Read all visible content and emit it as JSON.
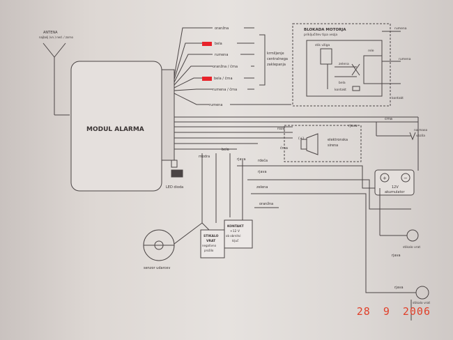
{
  "module": {
    "title": "MODUL ALARMA"
  },
  "antenna": {
    "label_line1": "ANTENA",
    "label_line2": "najbolj (vn.) ned. / zorno"
  },
  "wires_top": [
    "oranžna",
    "bela",
    "rumena",
    "oranžna / črna",
    "bela / črna",
    "rumena / črna",
    "rumena"
  ],
  "central_lock": {
    "line1": "krmiljenje",
    "line2": "centralnega",
    "line3": "zaklepanja"
  },
  "engine_block": {
    "title": "BLOKADA MOTORJA",
    "subtitle": "priključitev tipa vezja",
    "switch_label": "stik vžiga",
    "relay_label": "rele",
    "wire_green": "zelena",
    "wire_white": "bela",
    "contact_label": "kontakt",
    "outside_right_top": "rumena",
    "outside_right_mid": "rumena",
    "outside_right_bottom": "kontakt"
  },
  "siren": {
    "line1": "elektronska",
    "line2": "sirena",
    "wire_pink": "roza",
    "wire_black": "črna",
    "plus": "(+)",
    "wire_brown": "rjava"
  },
  "right_side": {
    "wire_black": "črna",
    "to_ground_line1": "na maso",
    "to_ground_line2": "vozila"
  },
  "battery": {
    "line1": "12V",
    "line2": "akumulator",
    "plus": "+",
    "minus": "−"
  },
  "left_wires": [
    "modra",
    "bela",
    "rjava",
    "rjava",
    "zelena",
    "oranžna",
    "rdeča"
  ],
  "led": {
    "label": "LED dioda"
  },
  "sensor": {
    "label": "senzor udarcev"
  },
  "switch_box": {
    "line1": "STIKALO",
    "line2": "VRAT",
    "line3": "negativno",
    "line4": "prožilo"
  },
  "contact_box": {
    "line1": "KONTAKT",
    "line2": "+12 V",
    "line3": "ob obrnitvi",
    "line4": "ključ"
  },
  "door_switch": {
    "label": "stikalo vrat",
    "wire": "rjava"
  },
  "door_switch2": {
    "label": "stikalo vrat",
    "wire": "rjava"
  },
  "date_stamp": {
    "day": "28",
    "month": "9",
    "year": "2006"
  },
  "colors": {
    "marker_red": "#e8222a",
    "stamp": "#e0402a",
    "ink": "#3a3434",
    "box_fill": "#ece8e6"
  }
}
